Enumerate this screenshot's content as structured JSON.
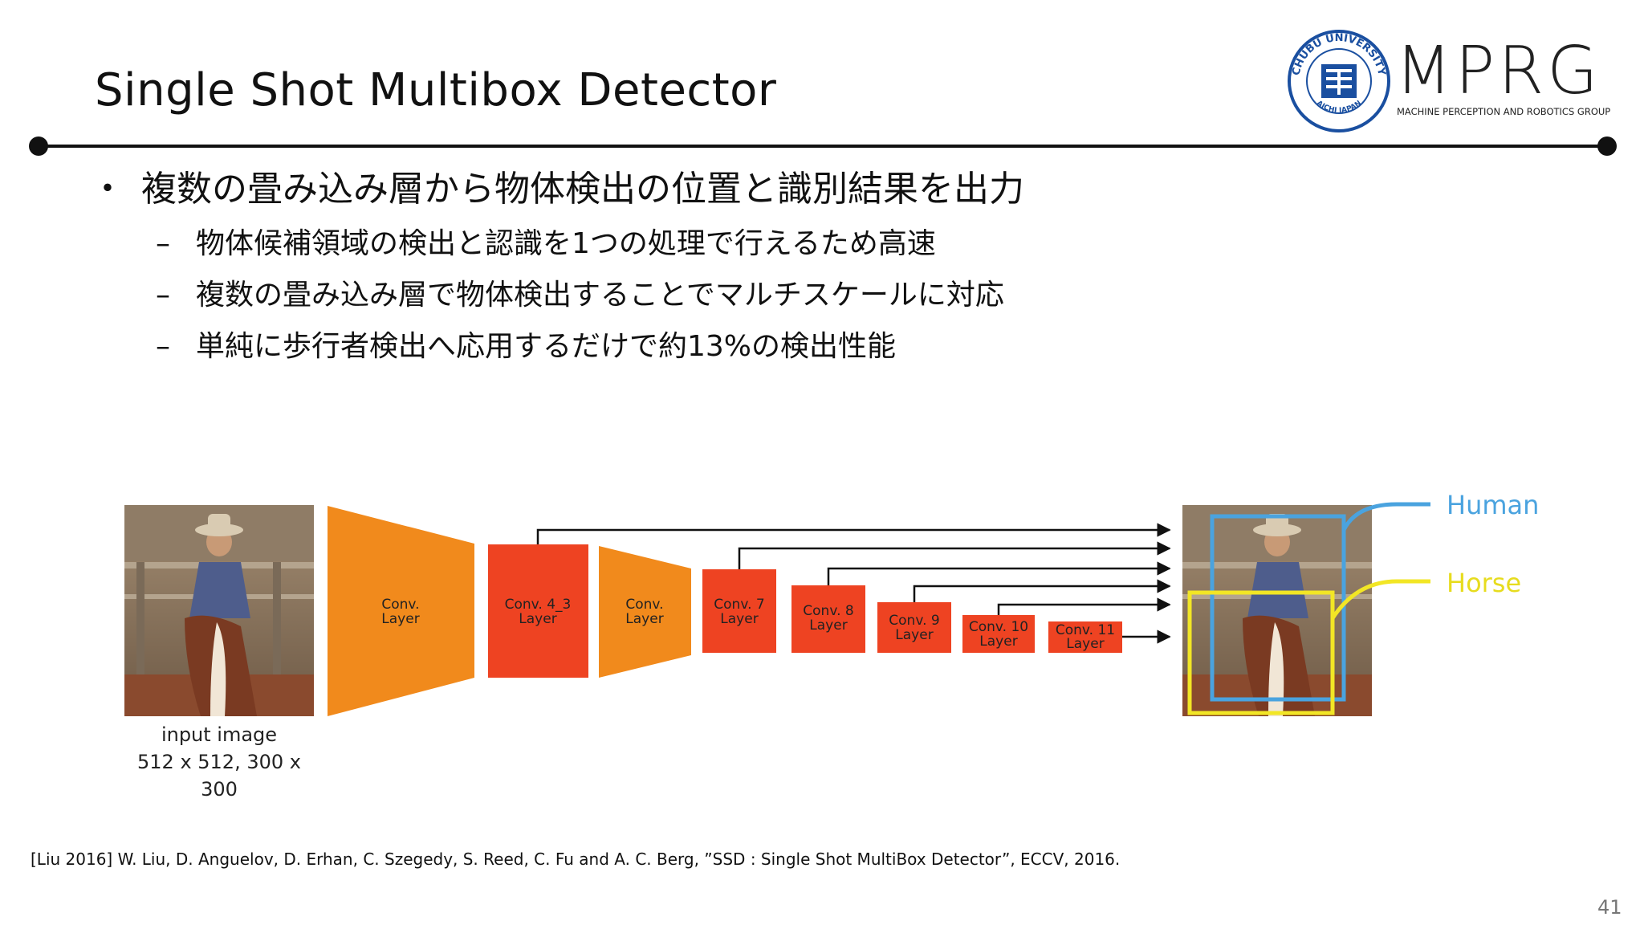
{
  "slide": {
    "title": "Single Shot Multibox Detector",
    "page_number": "41"
  },
  "logo": {
    "seal_text": "CHUBU UNIVERSITY",
    "seal_subtext": "AICHI JAPAN",
    "brand": "MPRG",
    "brand_subtitle": "MACHINE PERCEPTION AND ROBOTICS GROUP"
  },
  "bullets": {
    "main_mark": "・",
    "main": "複数の畳み込み層から物体検出の位置と識別結果を出力",
    "sub_mark": "–",
    "sub": [
      "物体候補領域の検出と認識を1つの処理で行えるため高速",
      "複数の畳み込み層で物体検出することでマルチスケールに対応",
      "単純に歩行者検出へ応用するだけで約13%の検出性能"
    ]
  },
  "diagram": {
    "layers": [
      {
        "line1": "Conv.",
        "line2": "Layer"
      },
      {
        "line1": "Conv. 4_3",
        "line2": "Layer"
      },
      {
        "line1": "Conv.",
        "line2": "Layer"
      },
      {
        "line1": "Conv. 7",
        "line2": "Layer"
      },
      {
        "line1": "Conv. 8",
        "line2": "Layer"
      },
      {
        "line1": "Conv. 9",
        "line2": "Layer"
      },
      {
        "line1": "Conv. 10",
        "line2": "Layer"
      },
      {
        "line1": "Conv. 11",
        "line2": "Layer"
      }
    ],
    "labels": {
      "human": "Human",
      "horse": "Horse"
    },
    "colors": {
      "trapezoid": "#f18a1c",
      "block": "#ee4322",
      "human": "#4aa3df",
      "horse": "#f2e625"
    }
  },
  "caption": {
    "line1": "input image",
    "line2": "512 x 512, 300 x 300"
  },
  "reference": "[Liu 2016] W. Liu, D. Anguelov, D. Erhan, C. Szegedy, S. Reed, C. Fu and A. C. Berg, ”SSD : Single Shot MultiBox Detector”, ECCV, 2016."
}
